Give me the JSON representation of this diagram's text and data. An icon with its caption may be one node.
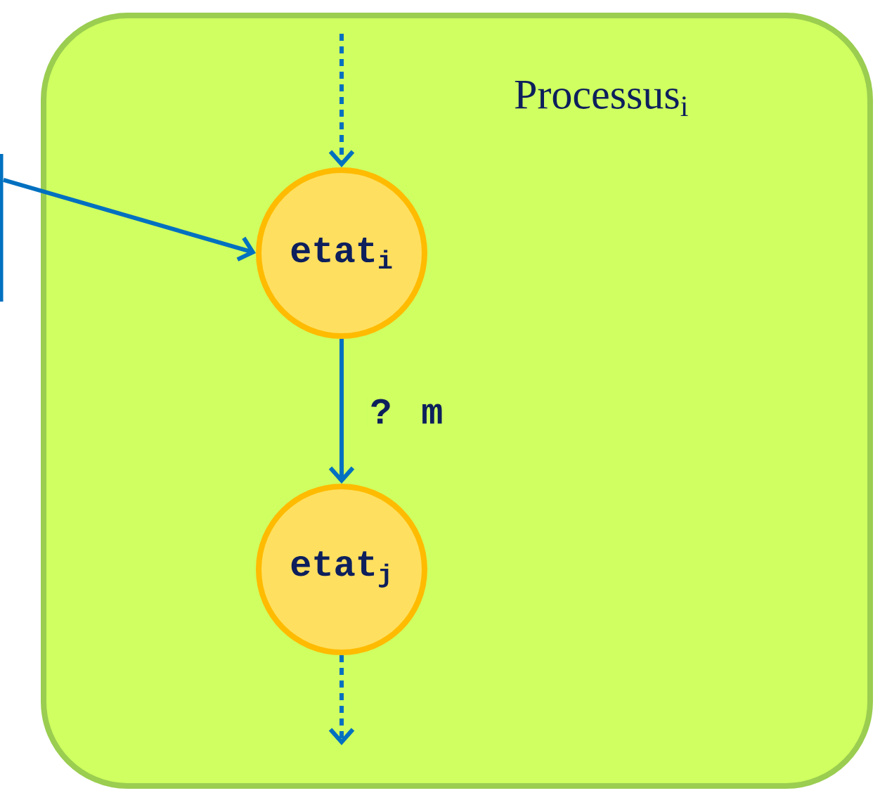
{
  "diagram": {
    "nodes": [
      {
        "text": [
          "Processus$_{i}$"
        ]
      },
      {
        "text": [
          "etat$_{i}$"
        ],
        "in": 0
      },
      {
        "text": [
          "etat$_{j}$"
        ],
        "in": 0
      },
      {
        "text": [],
        "shape": "box"
      }
    ],
    "edges": [
      {
        "from": null,
        "to": 1,
        "arrow": "to",
        "style": "dashed"
      },
      {
        "from": 3,
        "to": 1,
        "arrow": "to"
      },
      {
        "from": 1,
        "to": 2,
        "arrow": "to",
        "label": "? m"
      },
      {
        "from": 2,
        "to": null,
        "arrow": "to",
        "style": "dashed"
      }
    ]
  }
}
